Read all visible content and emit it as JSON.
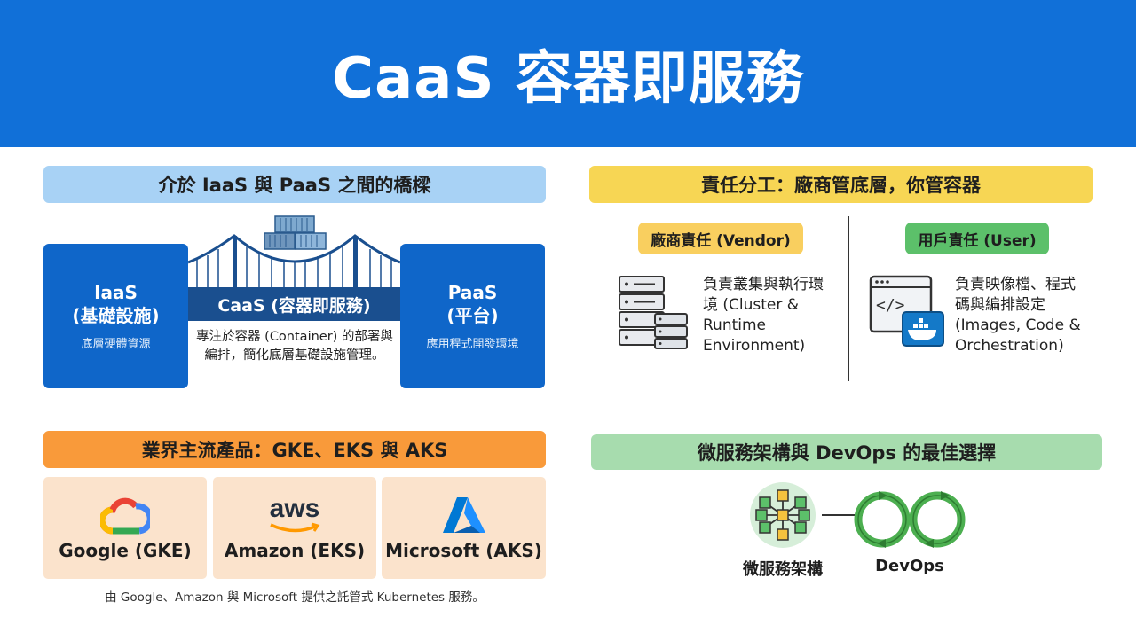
{
  "header": {
    "title": "CaaS 容器即服務"
  },
  "bridge_section": {
    "title": "介於 IaaS 與 PaaS 之間的橋樑",
    "iaas": {
      "name": "IaaS",
      "subname": "(基礎設施)",
      "desc": "底層硬體資源"
    },
    "paas": {
      "name": "PaaS",
      "subname": "(平台)",
      "desc": "應用程式開發環境"
    },
    "caas_label": "CaaS (容器即服務)",
    "caas_desc": "專注於容器 (Container) 的部署與編排，簡化底層基礎設施管理。"
  },
  "responsibility_section": {
    "title": "責任分工：廠商管底層，你管容器",
    "vendor": {
      "label": "廠商責任 (Vendor)",
      "desc": "負責叢集與執行環境 (Cluster & Runtime Environment)"
    },
    "user": {
      "label": "用戶責任 (User)",
      "desc": "負責映像檔、程式碼與編排設定 (Images, Code & Orchestration)"
    }
  },
  "products_section": {
    "title": "業界主流產品：GKE、EKS 與 AKS",
    "cards": [
      {
        "name": "Google (GKE)"
      },
      {
        "name": "Amazon (EKS)",
        "logo_text": "aws"
      },
      {
        "name": "Microsoft (AKS)"
      }
    ],
    "note": "由 Google、Amazon 與 Microsoft 提供之託管式 Kubernetes 服務。"
  },
  "micro_section": {
    "title": "微服務架構與 DevOps 的最佳選擇",
    "micro_label": "微服務架構",
    "devops_label": "DevOps"
  },
  "colors": {
    "header_bg": "#1170d8",
    "iaas_paas_blue": "#0f66c9",
    "caas_band": "#1a4f8f",
    "bridge_title_bg": "#a8d2f5",
    "resp_title_bg": "#f7d654",
    "prod_title_bg": "#f99a3a",
    "micro_title_bg": "#a7dcae",
    "vendor_pill": "#f9cf5f",
    "user_pill": "#5cc06a",
    "product_card_bg": "#fbe3cc"
  },
  "icons": [
    "container-stack-icon",
    "suspension-bridge-icon",
    "server-rack-icon",
    "code-window-icon",
    "docker-whale-icon",
    "google-cloud-logo",
    "aws-logo",
    "azure-logo",
    "microservice-network-icon",
    "devops-infinity-icon"
  ]
}
